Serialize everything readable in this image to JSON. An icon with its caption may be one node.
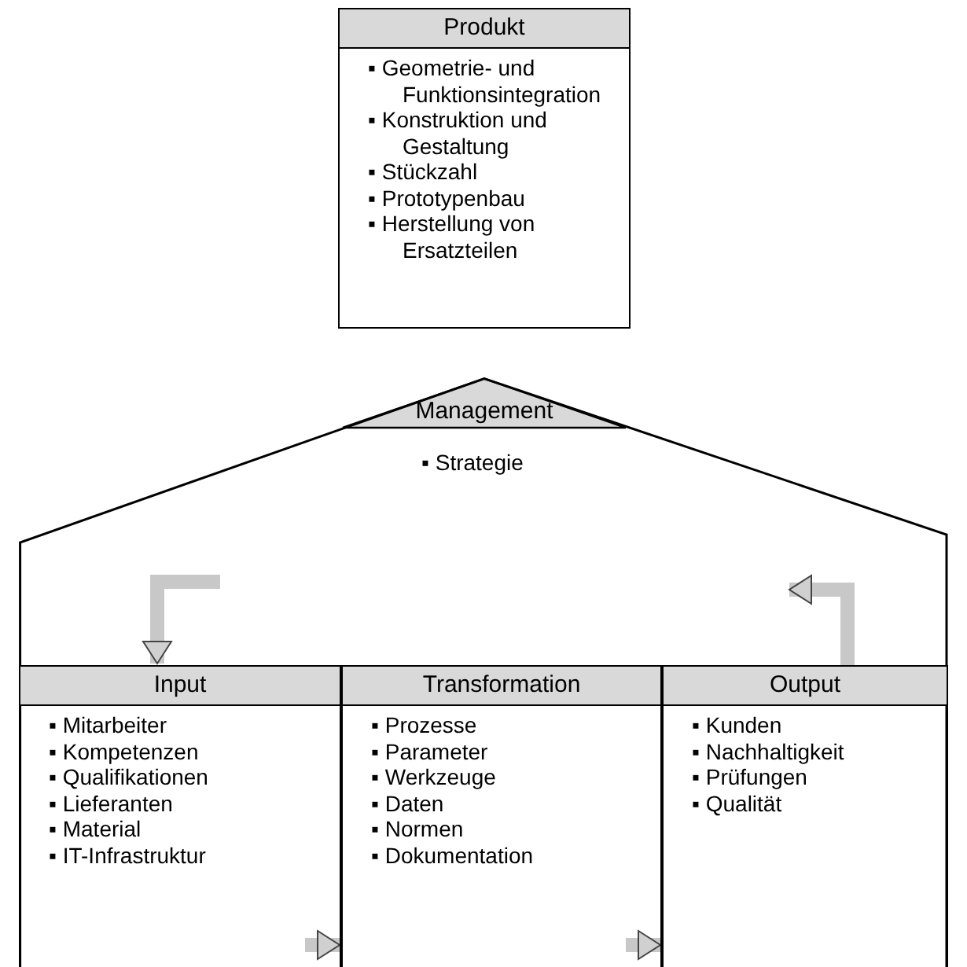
{
  "diagram": {
    "nodes": [
      {
        "text": [
          "Produkt",
          "▪ Geometrie- und Funktionsintegration",
          "▪ Konstruktion und Gestaltung",
          "▪ Stückzahl",
          "▪ Prototypenbau",
          "▪ Herstellung von Ersatzteilen"
        ]
      },
      {
        "text": [
          "Management",
          "▪ Strategie"
        ]
      },
      {
        "text": [
          "Input",
          "▪ Mitarbeiter",
          "▪ Kompetenzen",
          "▪ Qualifikationen",
          "▪ Lieferanten",
          "▪ Material",
          "▪ IT-Infrastruktur"
        ],
        "in": 1
      },
      {
        "text": [
          "Transformation",
          "▪ Prozesse",
          "▪ Parameter",
          "▪ Werkzeuge",
          "▪ Daten",
          "▪ Normen",
          "▪ Dokumentation"
        ],
        "in": 1
      },
      {
        "text": [
          "Output",
          "▪ Kunden",
          "▪ Nachhaltigkeit",
          "▪ Prüfungen",
          "▪ Qualität"
        ],
        "in": 1
      }
    ],
    "edges": [
      {
        "from": null,
        "to": 2,
        "arrow": "to"
      },
      {
        "from": 4,
        "to": null,
        "arrow": "to"
      },
      {
        "from": 2,
        "to": 3,
        "arrow": "to"
      },
      {
        "from": 3,
        "to": 4,
        "arrow": "to"
      }
    ]
  }
}
